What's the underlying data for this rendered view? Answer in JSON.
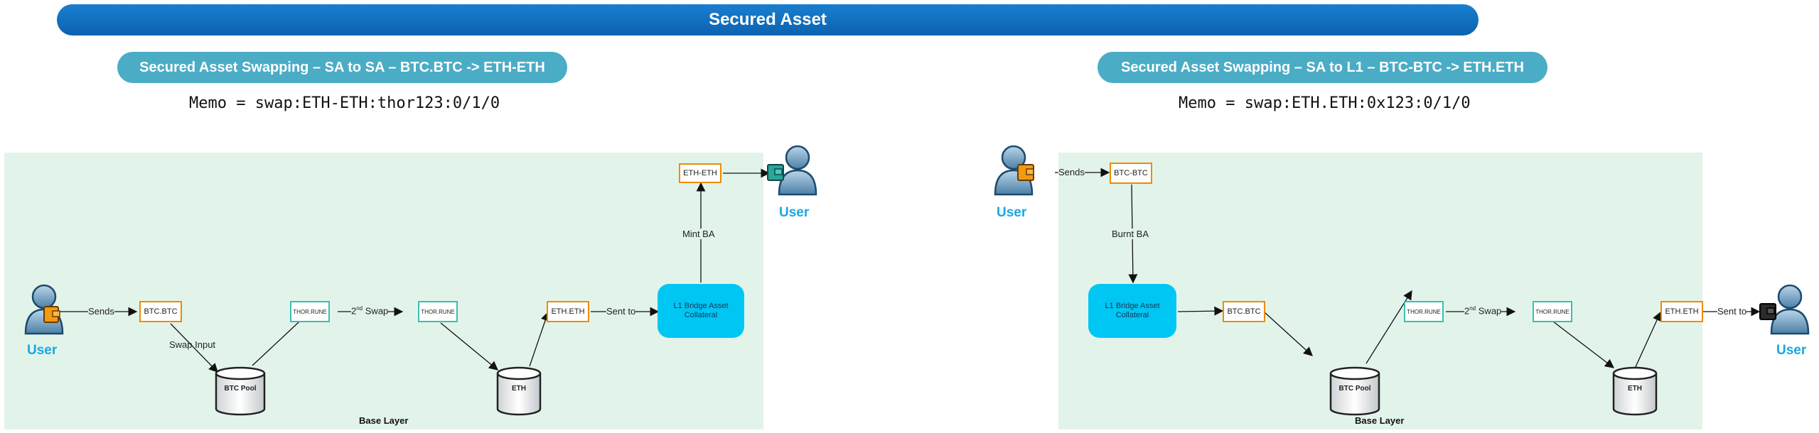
{
  "banner": {
    "title": "Secured Asset"
  },
  "left": {
    "title": "Secured Asset Swapping – SA to SA – BTC.BTC -> ETH-ETH",
    "memo": "Memo = swap:ETH-ETH:thor123:0/1/0",
    "user_left_label": "User",
    "user_right_label": "User",
    "nodes": {
      "btc_btc": "BTC.BTC",
      "thor_rune_1": "THOR.RUNE",
      "thor_rune_2": "THOR.RUNE",
      "eth_eth": "ETH.ETH",
      "eth_dash_eth": "ETH-ETH",
      "bridge": "L1 Bridge Asset Collateral",
      "btc_pool": "BTC Pool",
      "eth_pool": "ETH"
    },
    "edges": {
      "sends": "Sends",
      "swap_input": "Swap Input",
      "second_swap_num": "2",
      "second_swap_sup": "nd",
      "second_swap_word": "Swap",
      "sent_to": "Sent to",
      "mint_ba": "Mint BA"
    },
    "base_layer": "Base Layer"
  },
  "right": {
    "title": "Secured Asset Swapping – SA to L1 – BTC-BTC -> ETH.ETH",
    "memo": "Memo = swap:ETH.ETH:0x123:0/1/0",
    "user_left_label": "User",
    "user_right_label": "User",
    "nodes": {
      "btc_dash_btc": "BTC-BTC",
      "bridge": "L1 Bridge Asset Collateral",
      "btc_btc": "BTC.BTC",
      "thor_rune_1": "THOR.RUNE",
      "thor_rune_2": "THOR.RUNE",
      "eth_eth": "ETH.ETH",
      "btc_pool": "BTC Pool",
      "eth_pool": "ETH"
    },
    "edges": {
      "sends": "Sends",
      "burnt_ba": "Burnt BA",
      "second_swap_num": "2",
      "second_swap_sup": "nd",
      "second_swap_word": "Swap",
      "sent_to": "Sent to"
    },
    "base_layer": "Base Layer"
  },
  "colors": {
    "banner": "#0a62ae",
    "section_title": "#4bacc6",
    "panel": "#e2f4ea",
    "asset_box_border": "#f08a00",
    "rune_box_border": "#3cbcb4",
    "bridge": "#00c6f4",
    "user_label": "#1aa8e0"
  },
  "icons": [
    "user-icon",
    "wallet-icon",
    "database-cylinder-icon"
  ]
}
